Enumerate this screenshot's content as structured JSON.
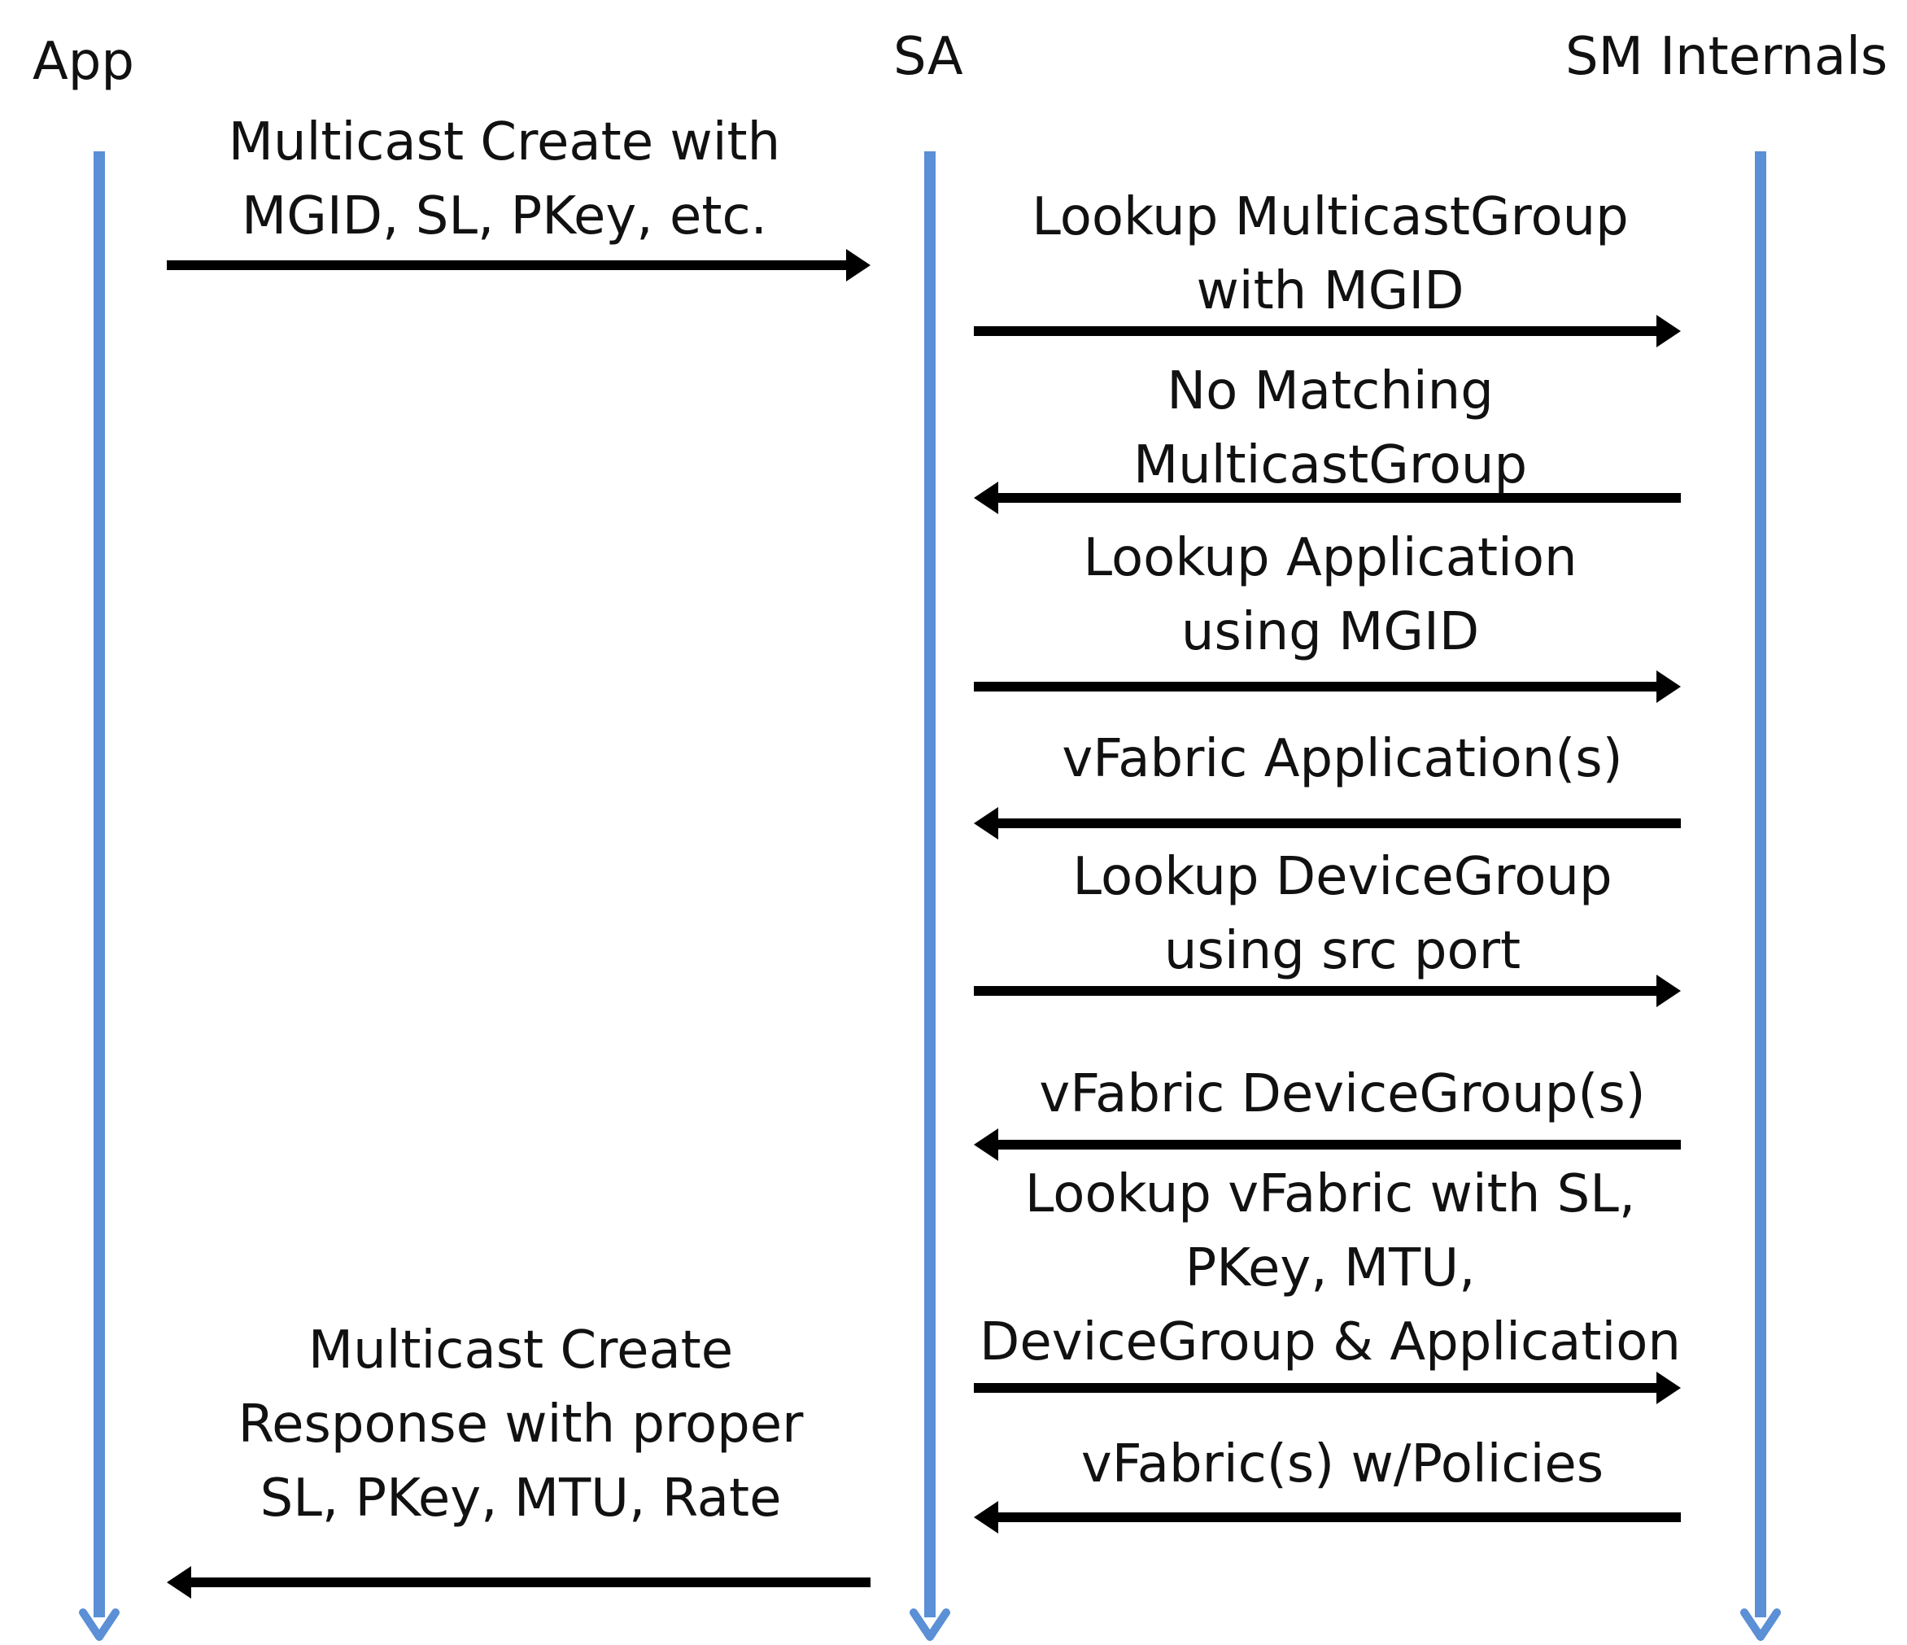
{
  "colors": {
    "lifeline": "#5b8fd6",
    "arrow": "#000000",
    "text": "#111111"
  },
  "participants": [
    {
      "id": "app",
      "label": "App"
    },
    {
      "id": "sa",
      "label": "SA"
    },
    {
      "id": "sm",
      "label": "SM Internals"
    }
  ],
  "messages": [
    {
      "from": "app",
      "to": "sa",
      "label": "Multicast Create with\nMGID, SL, PKey, etc."
    },
    {
      "from": "sa",
      "to": "sm",
      "label": "Lookup MulticastGroup\nwith MGID"
    },
    {
      "from": "sm",
      "to": "sa",
      "label": "No Matching\nMulticastGroup"
    },
    {
      "from": "sa",
      "to": "sm",
      "label": "Lookup Application\nusing MGID"
    },
    {
      "from": "sm",
      "to": "sa",
      "label": "vFabric Application(s)"
    },
    {
      "from": "sa",
      "to": "sm",
      "label": "Lookup DeviceGroup\nusing src port"
    },
    {
      "from": "sm",
      "to": "sa",
      "label": "vFabric DeviceGroup(s)"
    },
    {
      "from": "sa",
      "to": "sm",
      "label": "Lookup vFabric with SL,\nPKey, MTU,\nDeviceGroup & Application"
    },
    {
      "from": "sm",
      "to": "sa",
      "label": "vFabric(s) w/Policies"
    },
    {
      "from": "sa",
      "to": "app",
      "label": "Multicast Create\nResponse with proper\nSL, PKey, MTU, Rate"
    }
  ]
}
